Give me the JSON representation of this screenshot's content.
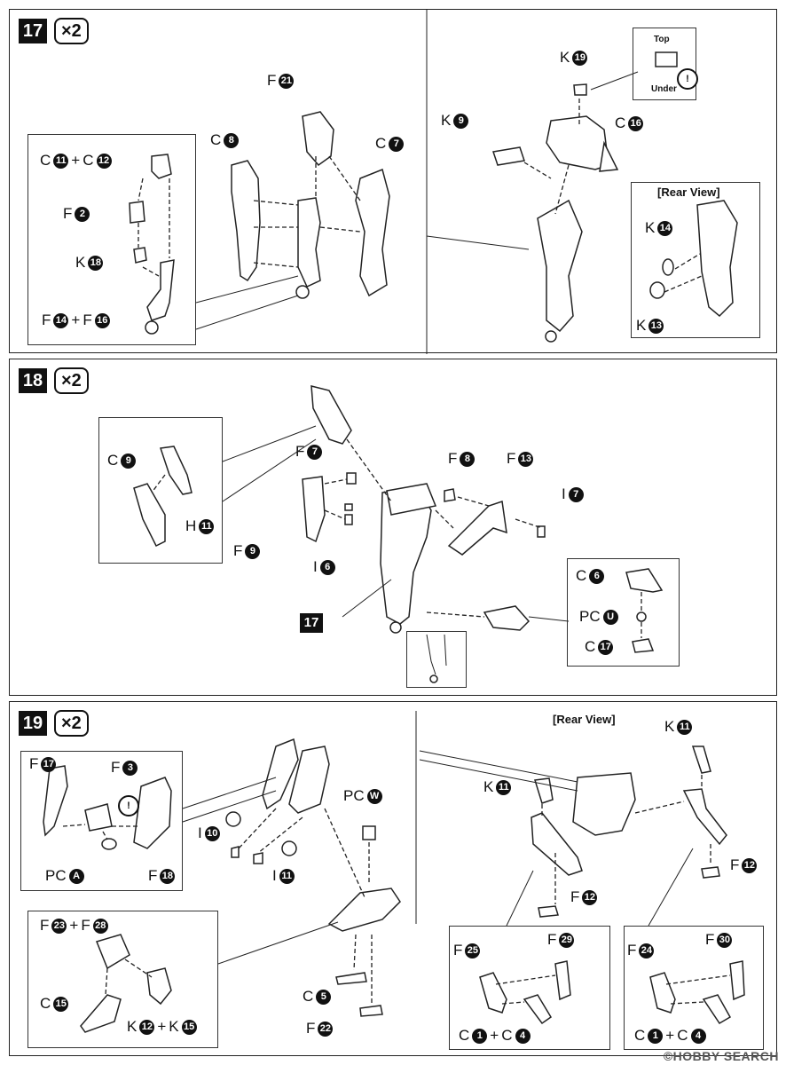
{
  "step17": {
    "number": "17",
    "multiplier": "×2",
    "labels": {
      "c11_c12": {
        "a_letter": "C",
        "a_num": "11",
        "plus": "+",
        "b_letter": "C",
        "b_num": "12"
      },
      "f2": {
        "letter": "F",
        "num": "2"
      },
      "k18": {
        "letter": "K",
        "num": "18"
      },
      "f14_f16": {
        "a_letter": "F",
        "a_num": "14",
        "plus": "+",
        "b_letter": "F",
        "b_num": "16"
      },
      "c8": {
        "letter": "C",
        "num": "8"
      },
      "f21": {
        "letter": "F",
        "num": "21"
      },
      "c7": {
        "letter": "C",
        "num": "7"
      },
      "k19": {
        "letter": "K",
        "num": "19"
      },
      "k9": {
        "letter": "K",
        "num": "9"
      },
      "c16": {
        "letter": "C",
        "num": "16"
      },
      "k14": {
        "letter": "K",
        "num": "14"
      },
      "k13": {
        "letter": "K",
        "num": "13"
      }
    },
    "orientation": {
      "top": "Top",
      "under": "Under",
      "warning": "!"
    },
    "rear_view": "[Rear View]"
  },
  "step18": {
    "number": "18",
    "multiplier": "×2",
    "labels": {
      "c9": {
        "letter": "C",
        "num": "9"
      },
      "h11": {
        "letter": "H",
        "num": "11"
      },
      "f7": {
        "letter": "F",
        "num": "7"
      },
      "f9": {
        "letter": "F",
        "num": "9"
      },
      "i6": {
        "letter": "I",
        "num": "6"
      },
      "f8": {
        "letter": "F",
        "num": "8"
      },
      "f13": {
        "letter": "F",
        "num": "13"
      },
      "i7": {
        "letter": "I",
        "num": "7"
      },
      "c6": {
        "letter": "C",
        "num": "6"
      },
      "pcu": {
        "letter": "PC",
        "num": "U"
      },
      "c17": {
        "letter": "C",
        "num": "17"
      }
    },
    "ref_step": "17"
  },
  "step19": {
    "number": "19",
    "multiplier": "×2",
    "rear_view": "[Rear View]",
    "labels": {
      "f17": {
        "letter": "F",
        "num": "17"
      },
      "f3": {
        "letter": "F",
        "num": "3"
      },
      "pca": {
        "letter": "PC",
        "num": "A"
      },
      "f18": {
        "letter": "F",
        "num": "18"
      },
      "i10": {
        "letter": "I",
        "num": "10"
      },
      "i11": {
        "letter": "I",
        "num": "11"
      },
      "pcw": {
        "letter": "PC",
        "num": "W"
      },
      "c5": {
        "letter": "C",
        "num": "5"
      },
      "f22": {
        "letter": "F",
        "num": "22"
      },
      "f23_f28": {
        "a_letter": "F",
        "a_num": "23",
        "plus": "+",
        "b_letter": "F",
        "b_num": "28"
      },
      "c15": {
        "letter": "C",
        "num": "15"
      },
      "k12_k15": {
        "a_letter": "K",
        "a_num": "12",
        "plus": "+",
        "b_letter": "K",
        "b_num": "15"
      },
      "k11a": {
        "letter": "K",
        "num": "11"
      },
      "k11b": {
        "letter": "K",
        "num": "11"
      },
      "f12a": {
        "letter": "F",
        "num": "12"
      },
      "f12b": {
        "letter": "F",
        "num": "12"
      },
      "f25": {
        "letter": "F",
        "num": "25"
      },
      "f29": {
        "letter": "F",
        "num": "29"
      },
      "c1_c4a": {
        "a_letter": "C",
        "a_num": "1",
        "plus": "+",
        "b_letter": "C",
        "b_num": "4"
      },
      "f24": {
        "letter": "F",
        "num": "24"
      },
      "f30": {
        "letter": "F",
        "num": "30"
      },
      "c1_c4b": {
        "a_letter": "C",
        "a_num": "1",
        "plus": "+",
        "b_letter": "C",
        "b_num": "4"
      }
    },
    "warning": "!"
  },
  "watermark": "©HOBBY SEARCH"
}
